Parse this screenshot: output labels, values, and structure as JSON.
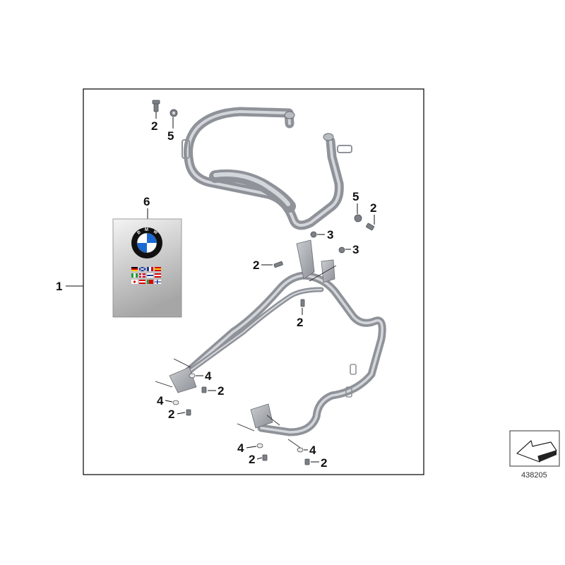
{
  "diagram": {
    "callouts": {
      "item1": "1",
      "item2": "2",
      "item3": "3",
      "item4": "4",
      "item5": "5",
      "item6": "6"
    },
    "reference_number": "438205",
    "colors": {
      "frame": "#000000",
      "tube": "#9a9ea4",
      "tube_highlight": "#d3d6da",
      "manual_gradient_top": "#f2f2f2",
      "manual_gradient_bottom": "#a9a9a9",
      "bmw_blue": "#1c69d4"
    },
    "icons": [
      "bmw-logo-icon",
      "country-flags-icon",
      "arrow-box-icon"
    ]
  }
}
